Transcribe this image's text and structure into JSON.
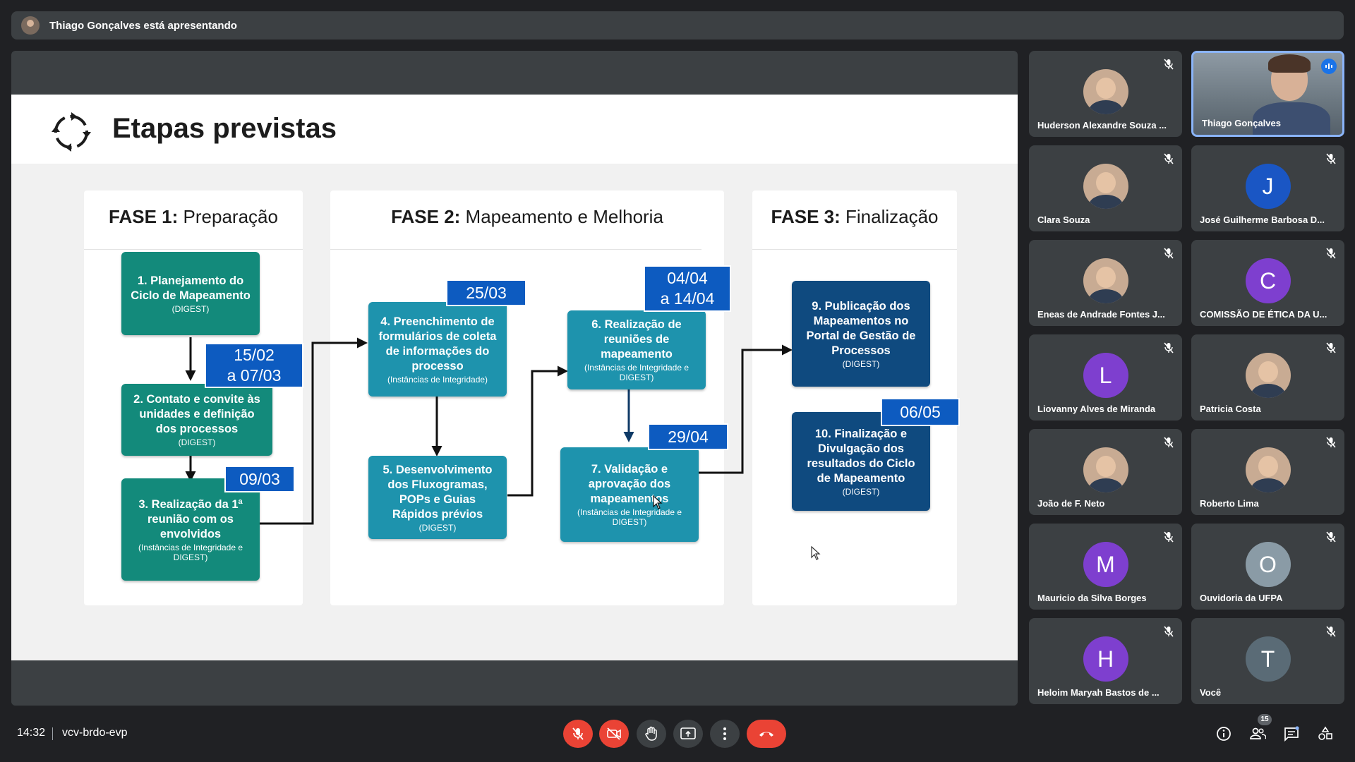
{
  "presenter": {
    "text": "Thiago Gonçalves está apresentando"
  },
  "slide": {
    "title": "Etapas previstas",
    "phases": [
      {
        "label": "FASE 1:",
        "name": "Preparação"
      },
      {
        "label": "FASE 2:",
        "name": "Mapeamento e Melhoria"
      },
      {
        "label": "FASE 3:",
        "name": "Finalização"
      }
    ],
    "steps": [
      {
        "title": "1. Planejamento do Ciclo de Mapeamento",
        "sub": "(DIGEST)"
      },
      {
        "title": "2. Contato e convite às unidades e definição dos processos",
        "sub": "(DIGEST)"
      },
      {
        "title": "3. Realização da 1ª reunião com os envolvidos",
        "sub": "(Instâncias de Integridade e DIGEST)"
      },
      {
        "title": "4. Preenchimento de formulários de coleta de informações do processo",
        "sub": "(Instâncias de Integridade)"
      },
      {
        "title": "5. Desenvolvimento dos Fluxogramas, POPs e Guias Rápidos prévios",
        "sub": "(DIGEST)"
      },
      {
        "title": "6. Realização de reuniões de mapeamento",
        "sub": "(Instâncias de Integridade e DIGEST)"
      },
      {
        "title": "7. Validação e aprovação dos mapeamentos",
        "sub": "(Instâncias de Integridade e DIGEST)"
      },
      {
        "title": "9. Publicação dos Mapeamentos no Portal de Gestão de Processos",
        "sub": "(DIGEST)"
      },
      {
        "title": "10. Finalização e Divulgação dos resultados do Ciclo de Mapeamento",
        "sub": "(DIGEST)"
      }
    ],
    "dates": {
      "d1a": "15/02",
      "d1b": "a 07/03",
      "d2": "09/03",
      "d3": "25/03",
      "d4a": "04/04",
      "d4b": "a 14/04",
      "d5": "29/04",
      "d6": "06/05"
    }
  },
  "participants": [
    {
      "name": "Huderson Alexandre Souza ...",
      "avatar": "photo",
      "muted": true
    },
    {
      "name": "Thiago Gonçalves",
      "avatar": "video",
      "speaking": true
    },
    {
      "name": "Clara Souza",
      "avatar": "photo",
      "muted": true
    },
    {
      "name": "José Guilherme Barbosa D...",
      "initial": "J",
      "color": "#1a56c4",
      "muted": true
    },
    {
      "name": "Eneas de Andrade Fontes J...",
      "avatar": "photo",
      "muted": true
    },
    {
      "name": "COMISSÃO DE ÉTICA DA U...",
      "initial": "C",
      "color": "#7e3fcf",
      "muted": true
    },
    {
      "name": "Liovanny Alves de Miranda",
      "initial": "L",
      "color": "#7e3fcf",
      "muted": true
    },
    {
      "name": "Patricia Costa",
      "avatar": "photo",
      "muted": true
    },
    {
      "name": "João de F. Neto",
      "avatar": "photo",
      "muted": true
    },
    {
      "name": "Roberto Lima",
      "avatar": "photo",
      "muted": true
    },
    {
      "name": "Mauricio da Silva Borges",
      "initial": "M",
      "color": "#7e3fcf",
      "muted": true
    },
    {
      "name": "Ouvidoria da UFPA",
      "initial": "O",
      "color": "#8a9ba6",
      "muted": true
    },
    {
      "name": "Heloim Maryah Bastos de ...",
      "initial": "H",
      "color": "#7e3fcf",
      "muted": true
    },
    {
      "name": "Você",
      "initial": "T",
      "color": "#5a6b76",
      "muted": true
    }
  ],
  "bottom": {
    "time": "14:32",
    "meeting_code": "vcv-brdo-evp",
    "people_count": "15"
  },
  "colors": {
    "accent": "#1a73e8",
    "danger": "#ea4335",
    "step_green": "#138a7b",
    "step_teal": "#1e93ad",
    "step_navy": "#0f4a7f",
    "date_blue": "#0d5bc0"
  }
}
